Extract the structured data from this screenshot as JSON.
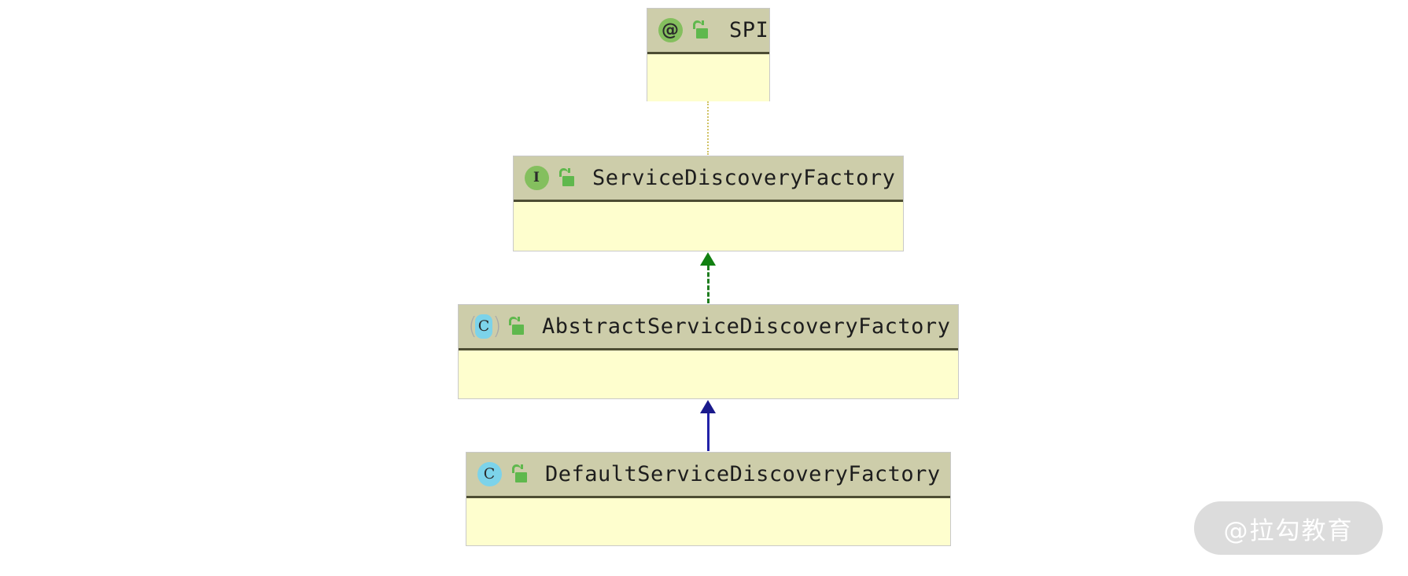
{
  "diagram": {
    "type": "uml-class-diagram",
    "background": "#ffffff",
    "nodes": [
      {
        "id": "spi",
        "name": "SPI",
        "kind": "annotation",
        "stereotype_icon": "at-sign-icon",
        "visibility_icon": "open-padlock-icon",
        "visibility": "public",
        "header_color": "#cdcdaa",
        "body_color": "#fefece"
      },
      {
        "id": "service-discovery-factory",
        "name": "ServiceDiscoveryFactory",
        "kind": "interface",
        "stereotype_icon": "interface-i-icon",
        "visibility_icon": "open-padlock-icon",
        "visibility": "public",
        "header_color": "#cdcdaa",
        "body_color": "#fefece"
      },
      {
        "id": "abstract-service-discovery-factory",
        "name": "AbstractServiceDiscoveryFactory",
        "kind": "abstract-class",
        "stereotype_icon": "abstract-class-c-icon",
        "visibility_icon": "open-padlock-icon",
        "visibility": "public",
        "header_color": "#cdcdaa",
        "body_color": "#fefece"
      },
      {
        "id": "default-service-discovery-factory",
        "name": "DefaultServiceDiscoveryFactory",
        "kind": "class",
        "stereotype_icon": "class-c-icon",
        "visibility_icon": "open-padlock-icon",
        "visibility": "public",
        "header_color": "#cdcdaa",
        "body_color": "#fefece"
      }
    ],
    "connectors": [
      {
        "id": "spi-to-interface",
        "from": "spi",
        "to": "service-discovery-factory",
        "style": "dotted",
        "color": "#c8b84a",
        "arrow": "none",
        "semantics": "annotation-applied-to"
      },
      {
        "id": "abstract-realizes-interface",
        "from": "abstract-service-discovery-factory",
        "to": "service-discovery-factory",
        "style": "dashed",
        "color": "#118011",
        "arrow": "filled-triangle",
        "semantics": "realization"
      },
      {
        "id": "default-extends-abstract",
        "from": "default-service-discovery-factory",
        "to": "abstract-service-discovery-factory",
        "style": "solid",
        "color": "#1a1a8c",
        "arrow": "filled-triangle",
        "semantics": "generalization"
      }
    ]
  },
  "watermark": {
    "text": "@拉勾教育",
    "background": "#dcdcdc",
    "text_color": "#ffffff"
  }
}
